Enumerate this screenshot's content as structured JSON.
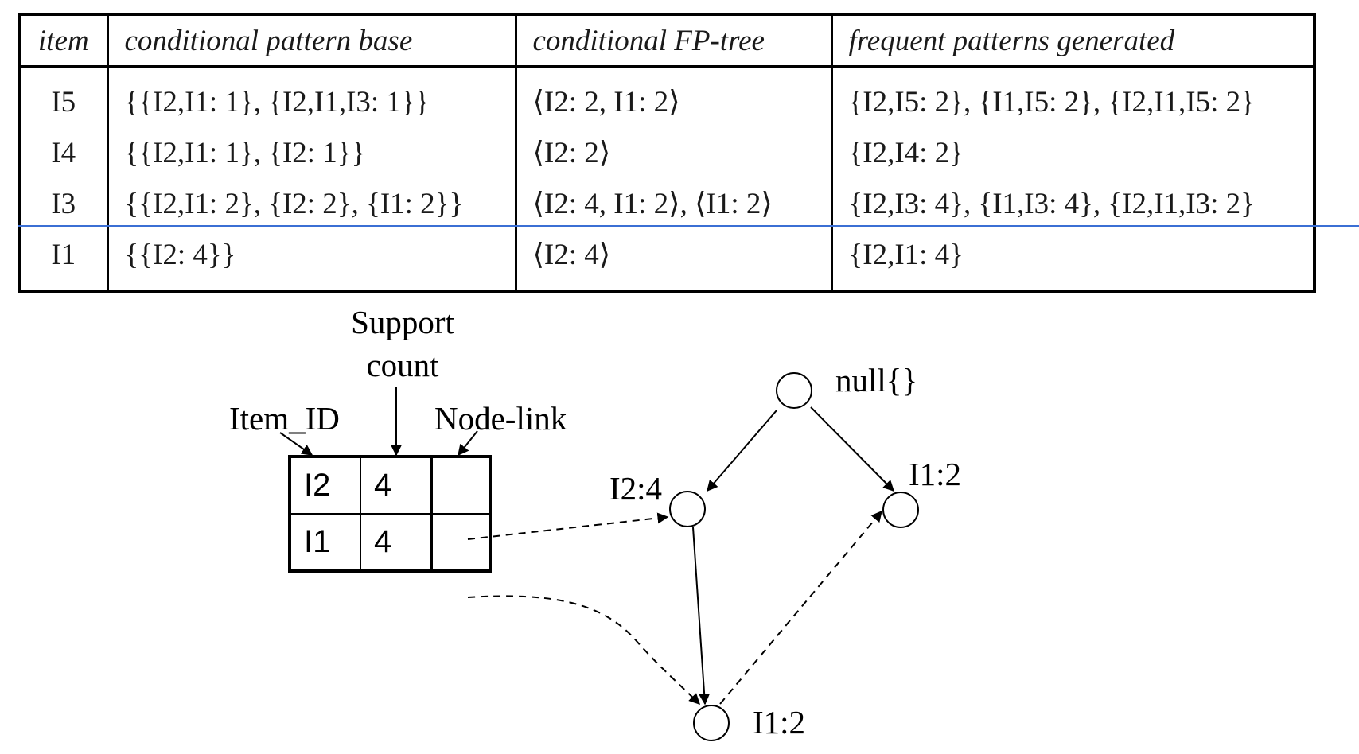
{
  "table": {
    "headers": [
      "item",
      "conditional pattern base",
      "conditional FP-tree",
      "frequent patterns generated"
    ],
    "rows": [
      [
        "I5",
        "{{I2,I1: 1}, {I2,I1,I3: 1}}",
        "⟨I2: 2, I1: 2⟩",
        "{I2,I5: 2}, {I1,I5: 2}, {I2,I1,I5: 2}"
      ],
      [
        "I4",
        "{{I2,I1: 1}, {I2: 1}}",
        "⟨I2: 2⟩",
        "{I2,I4: 2}"
      ],
      [
        "I3",
        "{{I2,I1: 2}, {I2: 2}, {I1: 2}}",
        "⟨I2: 4, I1: 2⟩, ⟨I1: 2⟩",
        "{I2,I3: 4}, {I1,I3: 4}, {I2,I1,I3: 2}"
      ],
      [
        "I1",
        "{{I2: 4}}",
        "⟨I2: 4⟩",
        "{I2,I1: 4}"
      ]
    ],
    "highlight_color": "#3b6fd4"
  },
  "header_table": {
    "labels": {
      "item_id": "Item_ID",
      "support_line1": "Support",
      "support_line2": "count",
      "node_link": "Node-link"
    },
    "rows": [
      {
        "item": "I2",
        "count": "4"
      },
      {
        "item": "I1",
        "count": "4"
      }
    ]
  },
  "tree": {
    "root_label": "null{}",
    "nodes": {
      "i2": "I2:4",
      "i1_right": "I1:2",
      "i1_bottom": "I1:2"
    }
  }
}
